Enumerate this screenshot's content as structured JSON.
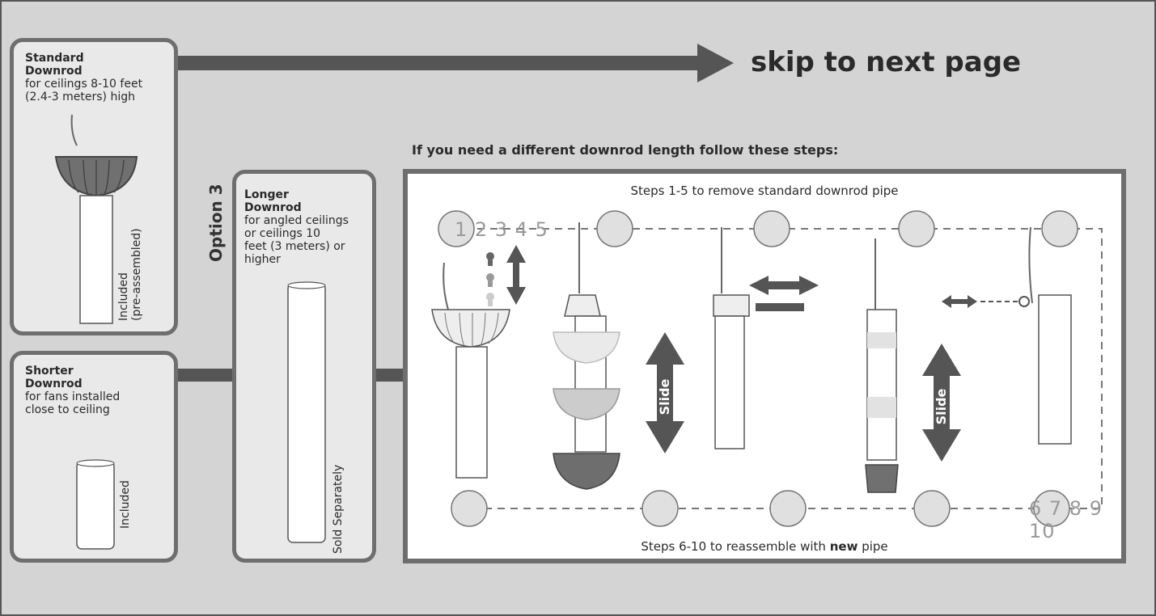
{
  "skip_text": "skip to next page",
  "instruction": "If you need a different downrod length follow these steps:",
  "option_label": "Option 3",
  "standard": {
    "title_1": "Standard",
    "title_2": "Downrod",
    "desc_1": "for ceilings 8-10 feet",
    "desc_2": "(2.4-3 meters) high",
    "rod_label_1": "Included",
    "rod_label_2": "(pre-assembled)"
  },
  "shorter": {
    "title_1": "Shorter",
    "title_2": "Downrod",
    "desc_1": "for fans installed",
    "desc_2": "close to ceiling",
    "rod_label": "Included"
  },
  "longer": {
    "title_1": "Longer",
    "title_2": "Downrod",
    "desc_1": "for angled ceilings",
    "desc_2": "or ceilings 10",
    "desc_3": "feet (3 meters) or",
    "desc_4": "higher",
    "rod_label": "Sold Separately"
  },
  "steps_top": "Steps 1-5 to remove standard downrod pipe",
  "steps_bottom_pre": "Steps 6-10 to reassemble with ",
  "steps_bottom_bold": "new",
  "steps_bottom_post": " pipe",
  "step_numbers_top": "1 2 3 4 5",
  "step_numbers_bottom": "6 7 8 9 10",
  "slide_label": "Slide",
  "colors": {
    "panel": "#d4d4d4",
    "frame": "#6e6e6e",
    "arrow": "#555555",
    "text": "#2a2a2a"
  }
}
